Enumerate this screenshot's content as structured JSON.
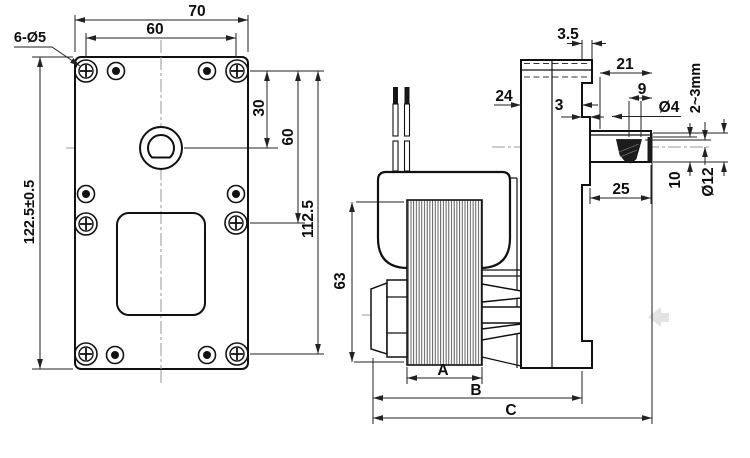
{
  "drawing_title": "gear-motor-two-view-dimension-drawing",
  "colors": {
    "line": "#111111",
    "centerline": "#9a9a9a",
    "watermark": "#cccccc"
  },
  "views": {
    "front": {
      "name": "front-view",
      "dims": {
        "overall_width": "70",
        "screw_spacing_h": "60",
        "screw_callout": "6-Ø5",
        "shaft_to_top": "30",
        "screw_spacing_v": "60",
        "mount_span_v": "112.5",
        "overall_height": "122.5±0.5"
      }
    },
    "side": {
      "name": "side-view",
      "dims": {
        "top_tab": "3.5",
        "gearbox_depth": "24",
        "flange_thickness": "3",
        "boss_length_outer": "21",
        "knurl_length": "9",
        "shaft_dia": "Ø4",
        "worm_note": "2~3mm",
        "boss_length": "25",
        "shaft_drop": "10",
        "boss_dia": "Ø12",
        "stator_height": "63",
        "coil_width": "A",
        "body_length": "B",
        "overall_length": "C"
      }
    }
  }
}
